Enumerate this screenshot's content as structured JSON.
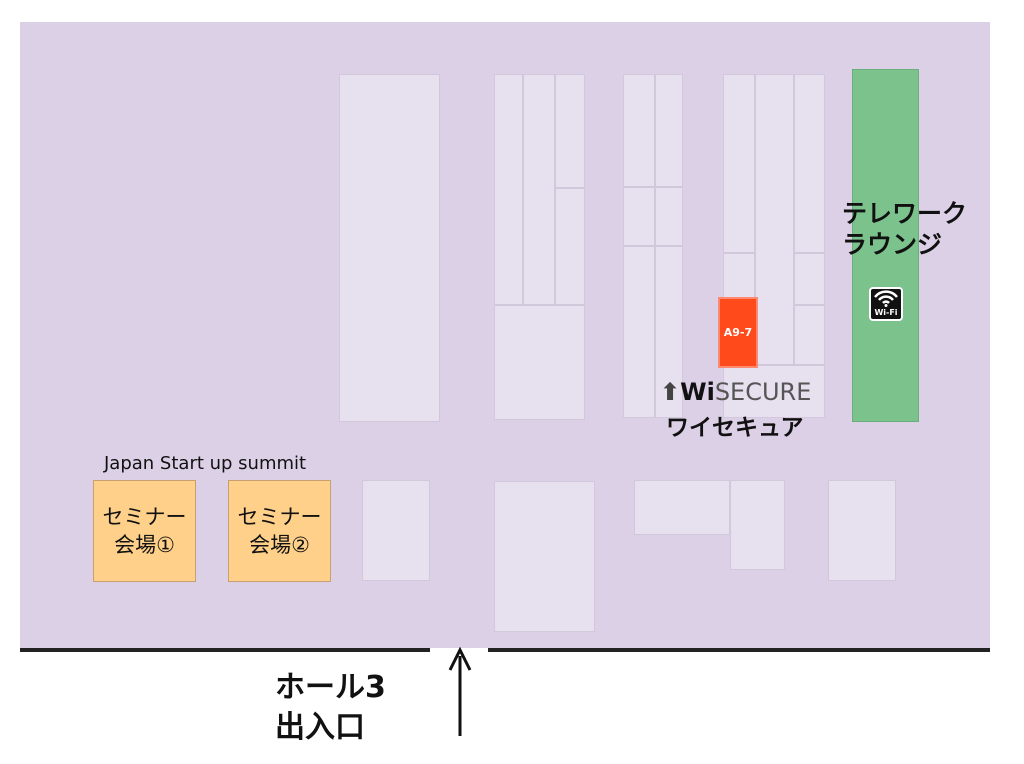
{
  "map": {
    "summit_label": "Japan Start up summit",
    "seminar_rooms": [
      {
        "line1": "セミナー",
        "line2": "会場①"
      },
      {
        "line1": "セミナー",
        "line2": "会場②"
      }
    ],
    "highlight_booth": {
      "id": "A9-7",
      "color": "#ff4a1c"
    },
    "exhibitor": {
      "name_en_bold": "Wi",
      "name_en_rest": "SECURE",
      "name_jp": "ワイセキュア"
    },
    "lounge": {
      "line1": "テレワーク",
      "line2": "ラウンジ",
      "wifi_label": "Wi-Fi",
      "color": "#7bc28d"
    },
    "entrance": {
      "line1": "ホール3",
      "line2": "出入口"
    }
  }
}
